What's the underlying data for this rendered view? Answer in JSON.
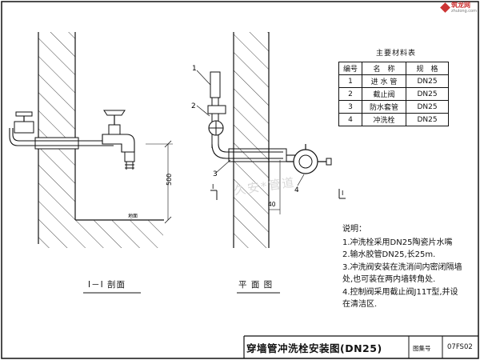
{
  "logo": {
    "name": "筑龙网",
    "sub": "zhulong.com"
  },
  "watermark": "久安*管道",
  "section_view": {
    "title": "I－I 剖面",
    "floor_label": "地面",
    "height_dim": "500"
  },
  "plan_view": {
    "title": "平  面  图",
    "callouts": [
      "1",
      "2",
      "3",
      "4"
    ],
    "dim_40": "40",
    "section_mark_left": "I",
    "section_mark_right": "I"
  },
  "materials": {
    "caption": "主要材料表",
    "headers": [
      "编号",
      "名　称",
      "规　格"
    ],
    "rows": [
      {
        "no": "1",
        "name": "进 水 管",
        "spec": "DN25"
      },
      {
        "no": "2",
        "name": "截止阀",
        "spec": "DN25"
      },
      {
        "no": "3",
        "name": "防水套管",
        "spec": "DN25"
      },
      {
        "no": "4",
        "name": "冲洗栓",
        "spec": "DN25"
      }
    ]
  },
  "notes": {
    "title": "说明：",
    "lines": [
      "1.冲洗栓采用DN25陶瓷片水嘴",
      "2.输水胶管DN25,长25m.",
      "3.冲洗阀安装在洗消间内密闭隔墙",
      "处,也可装在两内墙转角处.",
      "4.控制阀采用截止阀J11T型,并设",
      "在清洁区."
    ]
  },
  "title_block": {
    "title": "穿墙管冲洗栓安装图(DN25)",
    "atlas_label": "图集号",
    "atlas_code": "07FS02"
  }
}
